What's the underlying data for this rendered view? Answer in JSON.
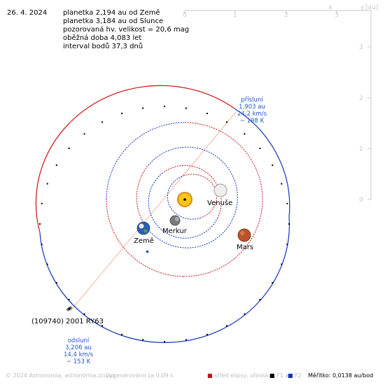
{
  "date": "26. 4. 2024",
  "info": {
    "line1": "planetka 2,194 au od Země",
    "line2": "planetka 3,184 au od Slunce",
    "line3": "pozorovaná hv. velikost = 20,6 mag",
    "line4": "oběžná doba 4,083 let",
    "line5": "interval bodů 37,3 dnů"
  },
  "axes": {
    "x_ticks": [
      "0",
      "1",
      "2",
      "3"
    ],
    "y_ticks": [
      "3",
      "2",
      "1",
      "0"
    ],
    "x_label": "x",
    "y_label": "y",
    "unit": "[au]"
  },
  "perihelion": {
    "title": "přísluní",
    "distance": "1,903 au",
    "speed": "24,2 km/s",
    "temp": "~ 198 K"
  },
  "aphelion": {
    "title": "odsluní",
    "distance": "3,206 au",
    "speed": "14,4 km/s",
    "temp": "~ 153 K"
  },
  "bodies": {
    "venus": "Venuše",
    "mercury": "Merkur",
    "earth": "Země",
    "mars": "Mars",
    "asteroid": "(109740) 2001 RY63"
  },
  "footer": {
    "copyright": "© 2024 Astronomia, astronomia.zcu.cz",
    "generated": "Vygenerováno za 0,09 s",
    "legend_center": "střed elipsy, ohniska",
    "legend_f1": "F1 a",
    "legend_f2": "F2",
    "scale": "Měřítko: 0,0138 au/bod"
  },
  "colors": {
    "orbit_red": "#cc1111",
    "orbit_blue": "#1133bb",
    "label_blue": "#2255cc",
    "axis_gray": "#c8c8c8"
  }
}
